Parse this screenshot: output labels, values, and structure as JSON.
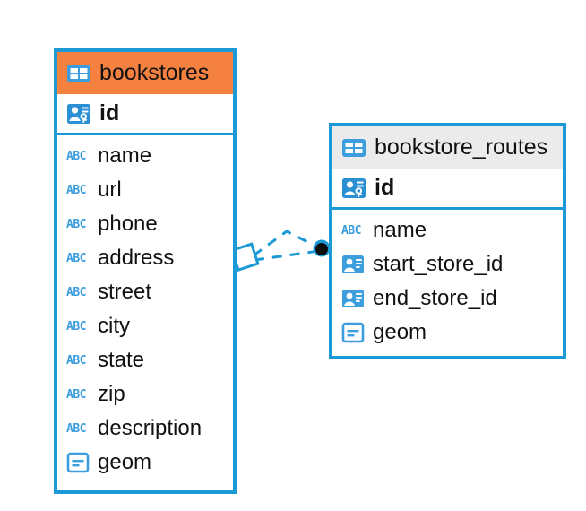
{
  "diagram": {
    "type": "entity-relationship-diagram",
    "background": "#ffffff",
    "accent_color": "#1b9ad6",
    "highlight_color": "#f4813f",
    "header_default_color": "#ebebeb"
  },
  "entities": [
    {
      "name": "bookstores",
      "header_label": "bookstores",
      "header_color": "#f4813f",
      "selected": true,
      "icon": "table-icon",
      "primary_key": {
        "label": "id",
        "icon": "primary-key-icon"
      },
      "fields": [
        {
          "label": "name",
          "icon": "abc-icon",
          "icon_text": "ABC"
        },
        {
          "label": "url",
          "icon": "abc-icon",
          "icon_text": "ABC"
        },
        {
          "label": "phone",
          "icon": "abc-icon",
          "icon_text": "ABC"
        },
        {
          "label": "address",
          "icon": "abc-icon",
          "icon_text": "ABC"
        },
        {
          "label": "street",
          "icon": "abc-icon",
          "icon_text": "ABC"
        },
        {
          "label": "city",
          "icon": "abc-icon",
          "icon_text": "ABC"
        },
        {
          "label": "state",
          "icon": "abc-icon",
          "icon_text": "ABC"
        },
        {
          "label": "zip",
          "icon": "abc-icon",
          "icon_text": "ABC"
        },
        {
          "label": "description",
          "icon": "abc-icon",
          "icon_text": "ABC"
        },
        {
          "label": "geom",
          "icon": "geometry-icon"
        }
      ]
    },
    {
      "name": "bookstore_routes",
      "header_label": "bookstore_routes",
      "header_color": "#ebebeb",
      "selected": false,
      "icon": "table-icon",
      "primary_key": {
        "label": "id",
        "icon": "primary-key-icon"
      },
      "fields": [
        {
          "label": "name",
          "icon": "abc-icon",
          "icon_text": "ABC"
        },
        {
          "label": "start_store_id",
          "icon": "foreign-key-icon"
        },
        {
          "label": "end_store_id",
          "icon": "foreign-key-icon"
        },
        {
          "label": "geom",
          "icon": "geometry-icon"
        }
      ]
    }
  ],
  "relationships": [
    {
      "name": "start_store_id-relation",
      "from": "bookstores",
      "to": "bookstore_routes",
      "style": "dashed",
      "color": "#1b9ad6",
      "source_marker": "diamond",
      "target_marker": "filled-circle"
    },
    {
      "name": "end_store_id-relation",
      "from": "bookstores",
      "to": "bookstore_routes",
      "style": "dashed",
      "color": "#1b9ad6",
      "source_marker": "diamond",
      "target_marker": "filled-circle"
    }
  ]
}
